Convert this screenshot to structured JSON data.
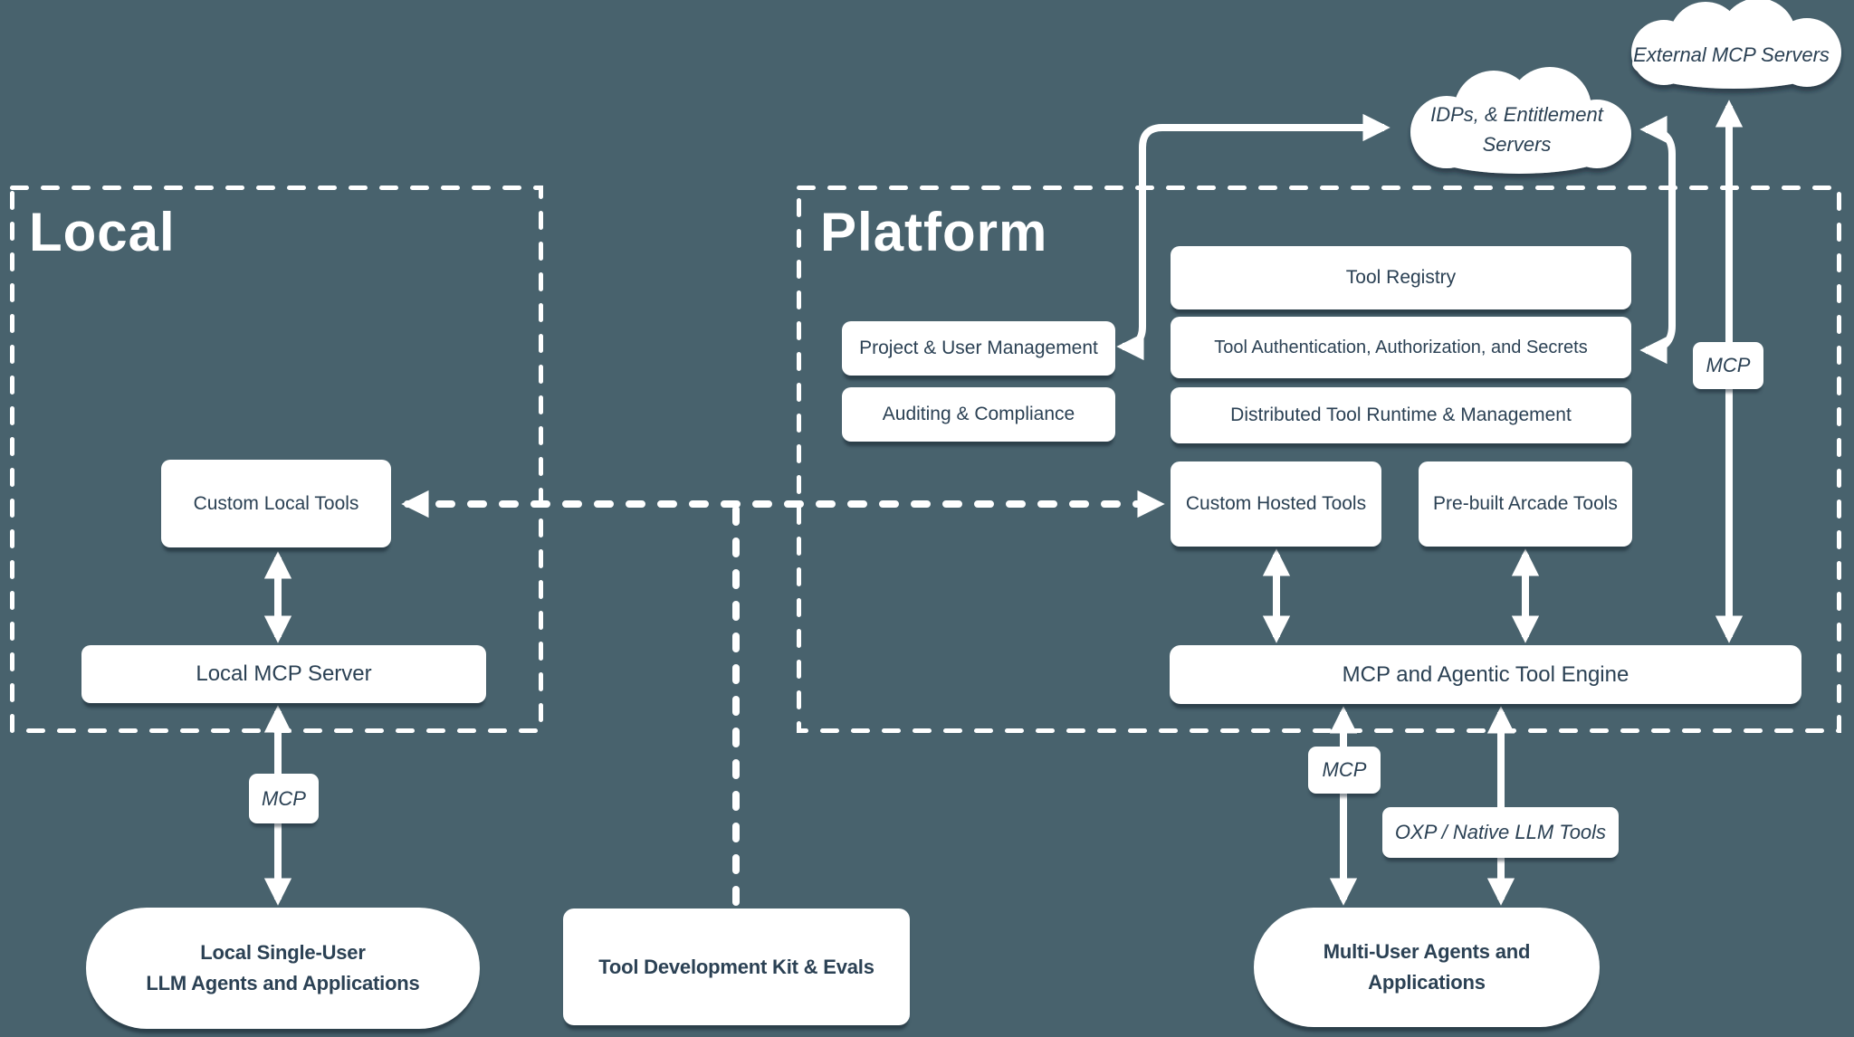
{
  "regions": {
    "local": {
      "title": "Local"
    },
    "platform": {
      "title": "Platform"
    }
  },
  "clouds": {
    "external_mcp": {
      "label": "External MCP Servers"
    },
    "idps": {
      "line1": "IDPs, & Entitlement",
      "line2": "Servers"
    }
  },
  "platform_nodes": {
    "project_user": "Project & User Management",
    "auditing": "Auditing & Compliance",
    "tool_registry": "Tool Registry",
    "tool_auth": "Tool Authentication, Authorization, and Secrets",
    "distributed": "Distributed Tool Runtime & Management",
    "custom_hosted": "Custom Hosted Tools",
    "prebuilt": "Pre-built Arcade Tools",
    "engine": "MCP and Agentic Tool Engine"
  },
  "local_nodes": {
    "custom_local": "Custom Local Tools",
    "mcp_server": "Local MCP Server"
  },
  "edge_labels": {
    "mcp_local": "MCP",
    "mcp_engine": "MCP",
    "mcp_external": "MCP",
    "oxp": "OXP / Native LLM Tools"
  },
  "bottom_nodes": {
    "local_agents": {
      "line1": "Local Single-User",
      "line2": "LLM Agents and Applications"
    },
    "tdk": "Tool Development Kit & Evals",
    "multi_user": {
      "line1": "Multi-User Agents and",
      "line2": "Applications"
    }
  },
  "colors": {
    "background": "#48626D",
    "node_fill": "#FFFFFF",
    "text": "#2B4154",
    "line": "#FFFFFF"
  }
}
